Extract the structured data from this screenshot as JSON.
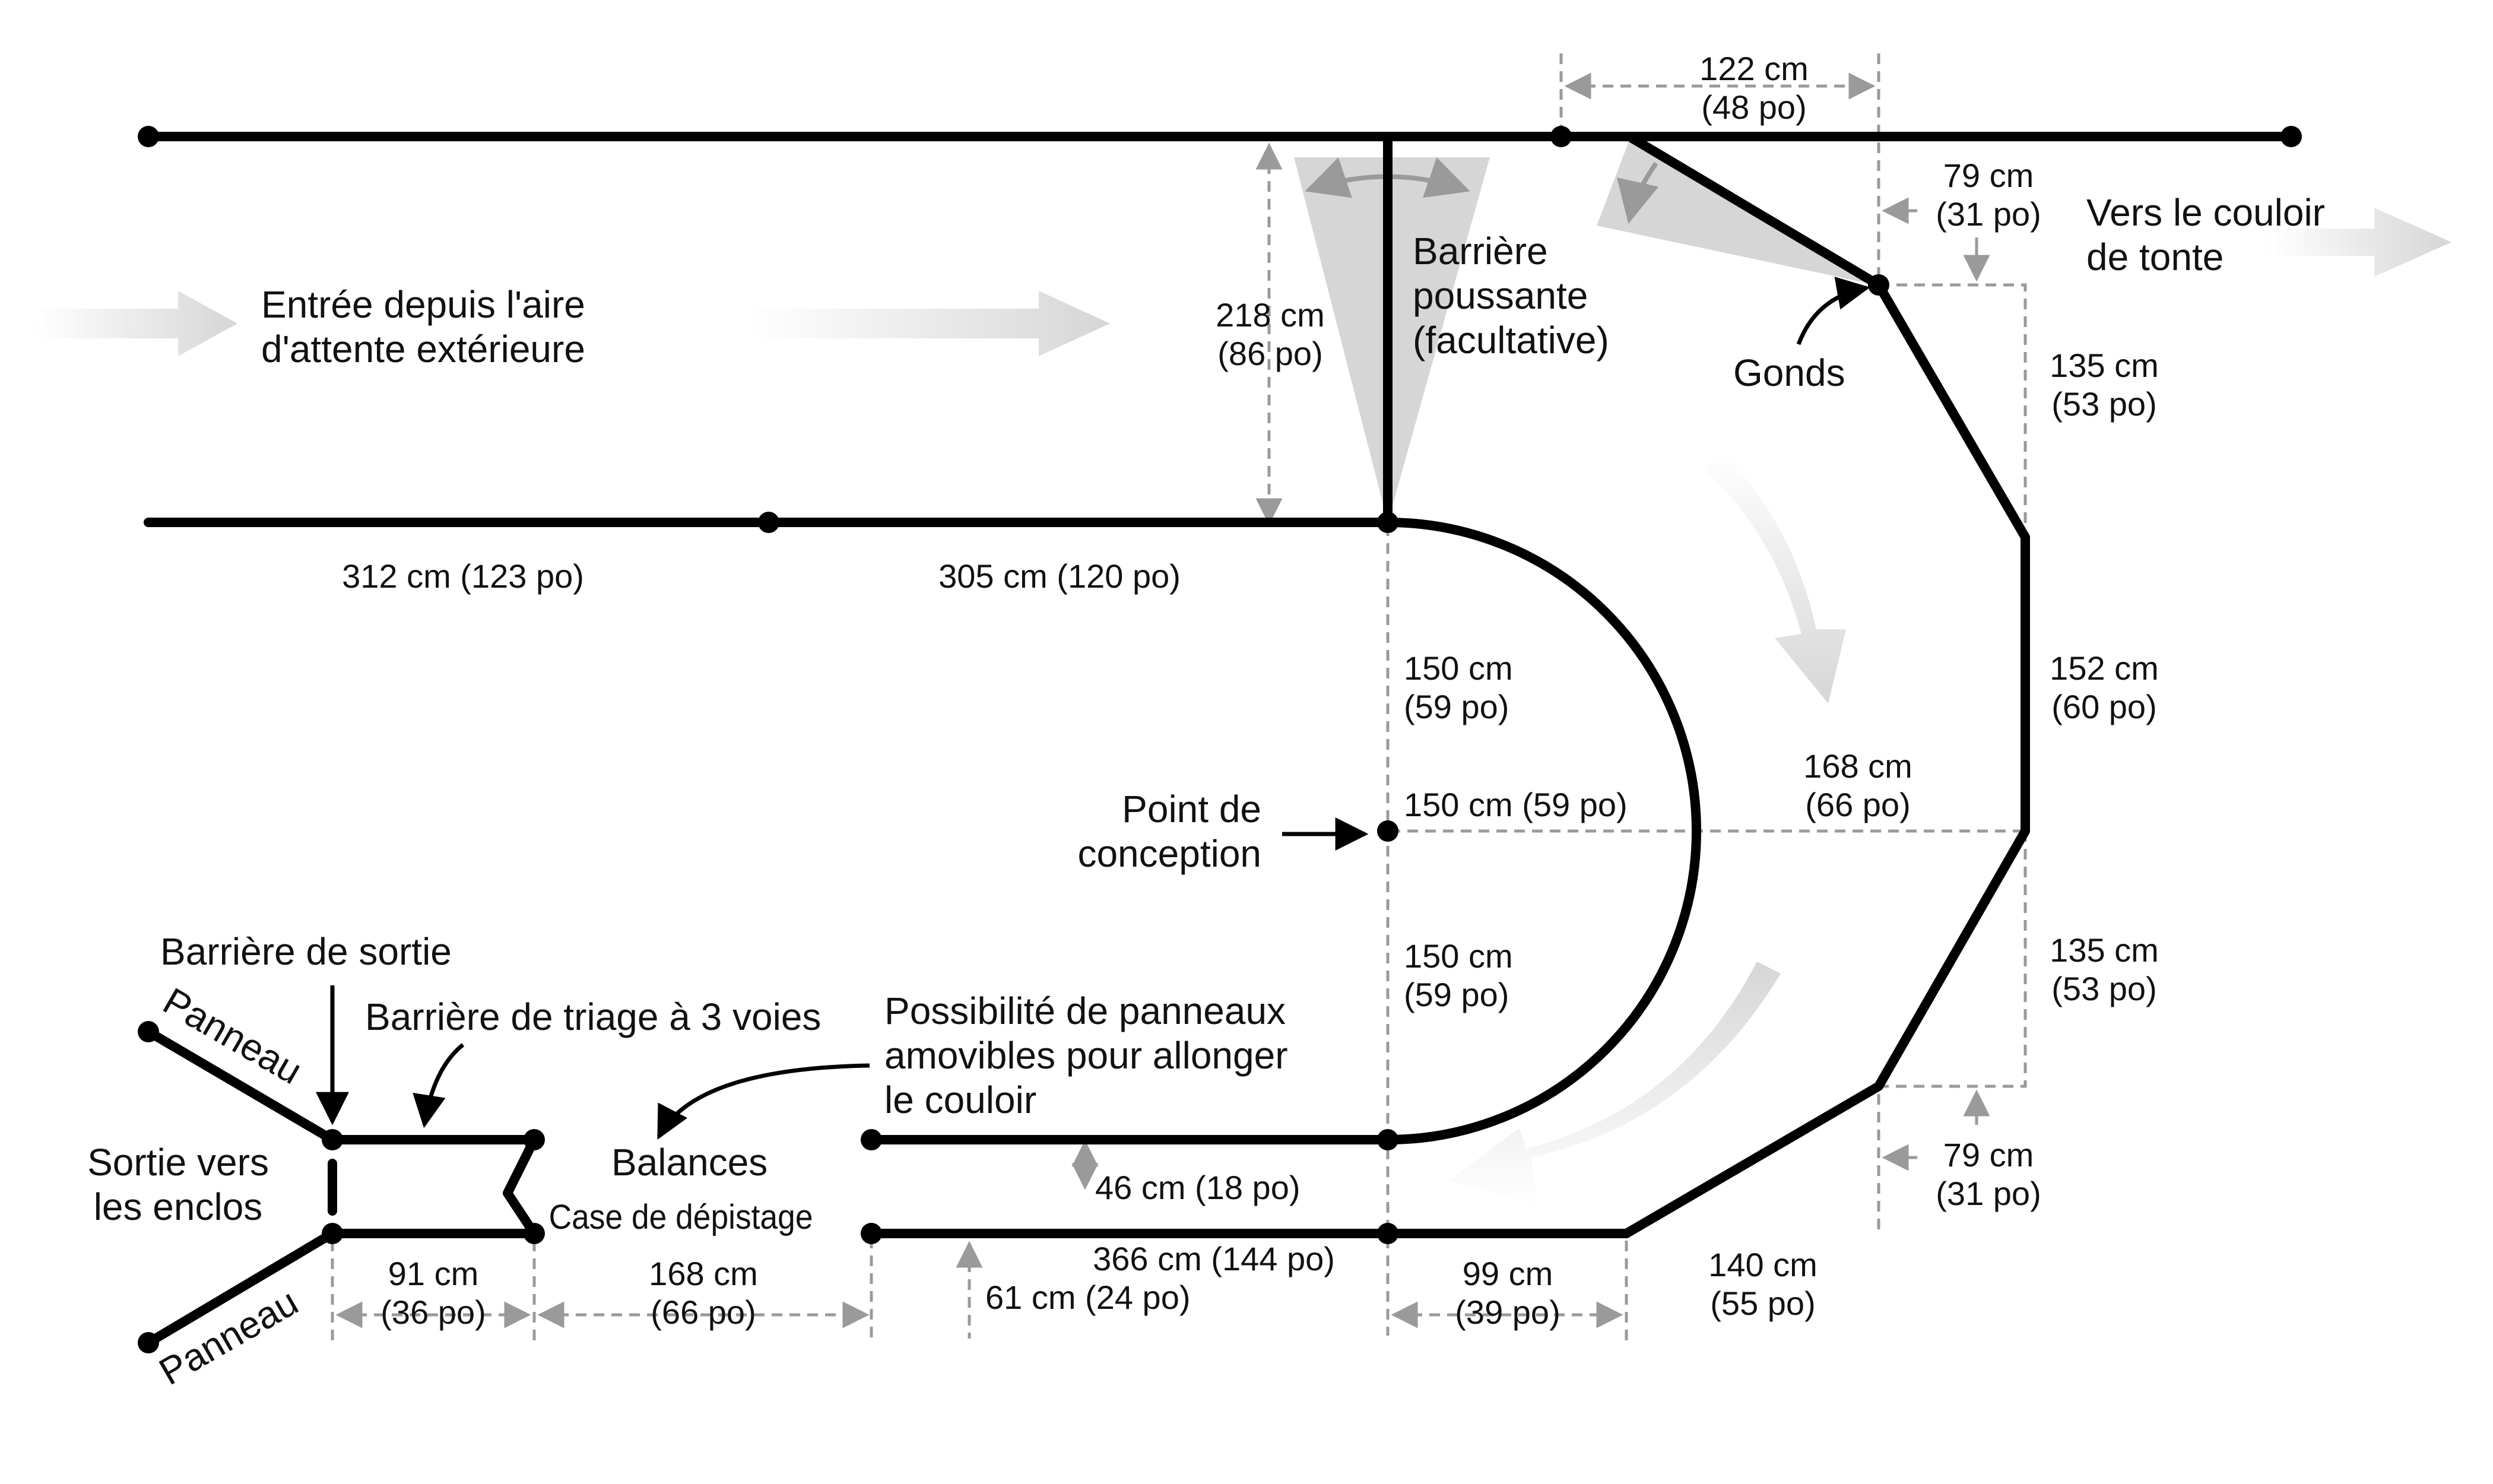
{
  "colors": {
    "wall": "#000000",
    "dimension": "#9a9a9a",
    "arrow_fill": "#d6d6d6",
    "swing_fill": "#cfcfcf",
    "text": "#111111"
  },
  "labels": {
    "entry_line1": "Entrée depuis l'aire",
    "entry_line2": "d'attente extérieure",
    "push_gate_line1": "Barrière",
    "push_gate_line2": "poussante",
    "push_gate_line3": "(facultative)",
    "hinges": "Gonds",
    "to_shearing_line1": "Vers le couloir",
    "to_shearing_line2": "de tonte",
    "design_point_line1": "Point de",
    "design_point_line2": "conception",
    "exit_gate": "Barrière de sortie",
    "sorting_gate": "Barrière de triage à 3 voies",
    "removable_line1": "Possibilité de panneaux",
    "removable_line2": "amovibles pour allonger",
    "removable_line3": "le couloir",
    "scales": "Balances",
    "screening_box": "Case de dépistage",
    "exit_pens_line1": "Sortie vers",
    "exit_pens_line2": "les enclos",
    "panel_top": "Panneau",
    "panel_bottom": "Panneau"
  },
  "dimensions": {
    "d122_cm": "122 cm",
    "d122_po": "(48 po)",
    "d79a_cm": "79 cm",
    "d79a_po": "(31 po)",
    "d218_cm": "218 cm",
    "d218_po": "(86 po)",
    "d135a_cm": "135 cm",
    "d135a_po": "(53 po)",
    "d312": "312 cm (123 po)",
    "d305": "305 cm (120 po)",
    "d150a_cm": "150 cm",
    "d150a_po": "(59 po)",
    "d152_cm": "152 cm",
    "d152_po": "(60 po)",
    "d168a_cm": "168 cm",
    "d168a_po": "(66 po)",
    "d150b": "150 cm (59 po)",
    "d150c_cm": "150 cm",
    "d150c_po": "(59 po)",
    "d135b_cm": "135 cm",
    "d135b_po": "(53 po)",
    "d79b_cm": "79 cm",
    "d79b_po": "(31 po)",
    "d46": "46 cm (18 po)",
    "d366": "366 cm (144 po)",
    "d61": "61 cm (24 po)",
    "d91_cm": "91 cm",
    "d91_po": "(36 po)",
    "d168b_cm": "168 cm",
    "d168b_po": "(66 po)",
    "d99_cm": "99 cm",
    "d99_po": "(39 po)",
    "d140_cm": "140 cm",
    "d140_po": "(55 po)"
  }
}
